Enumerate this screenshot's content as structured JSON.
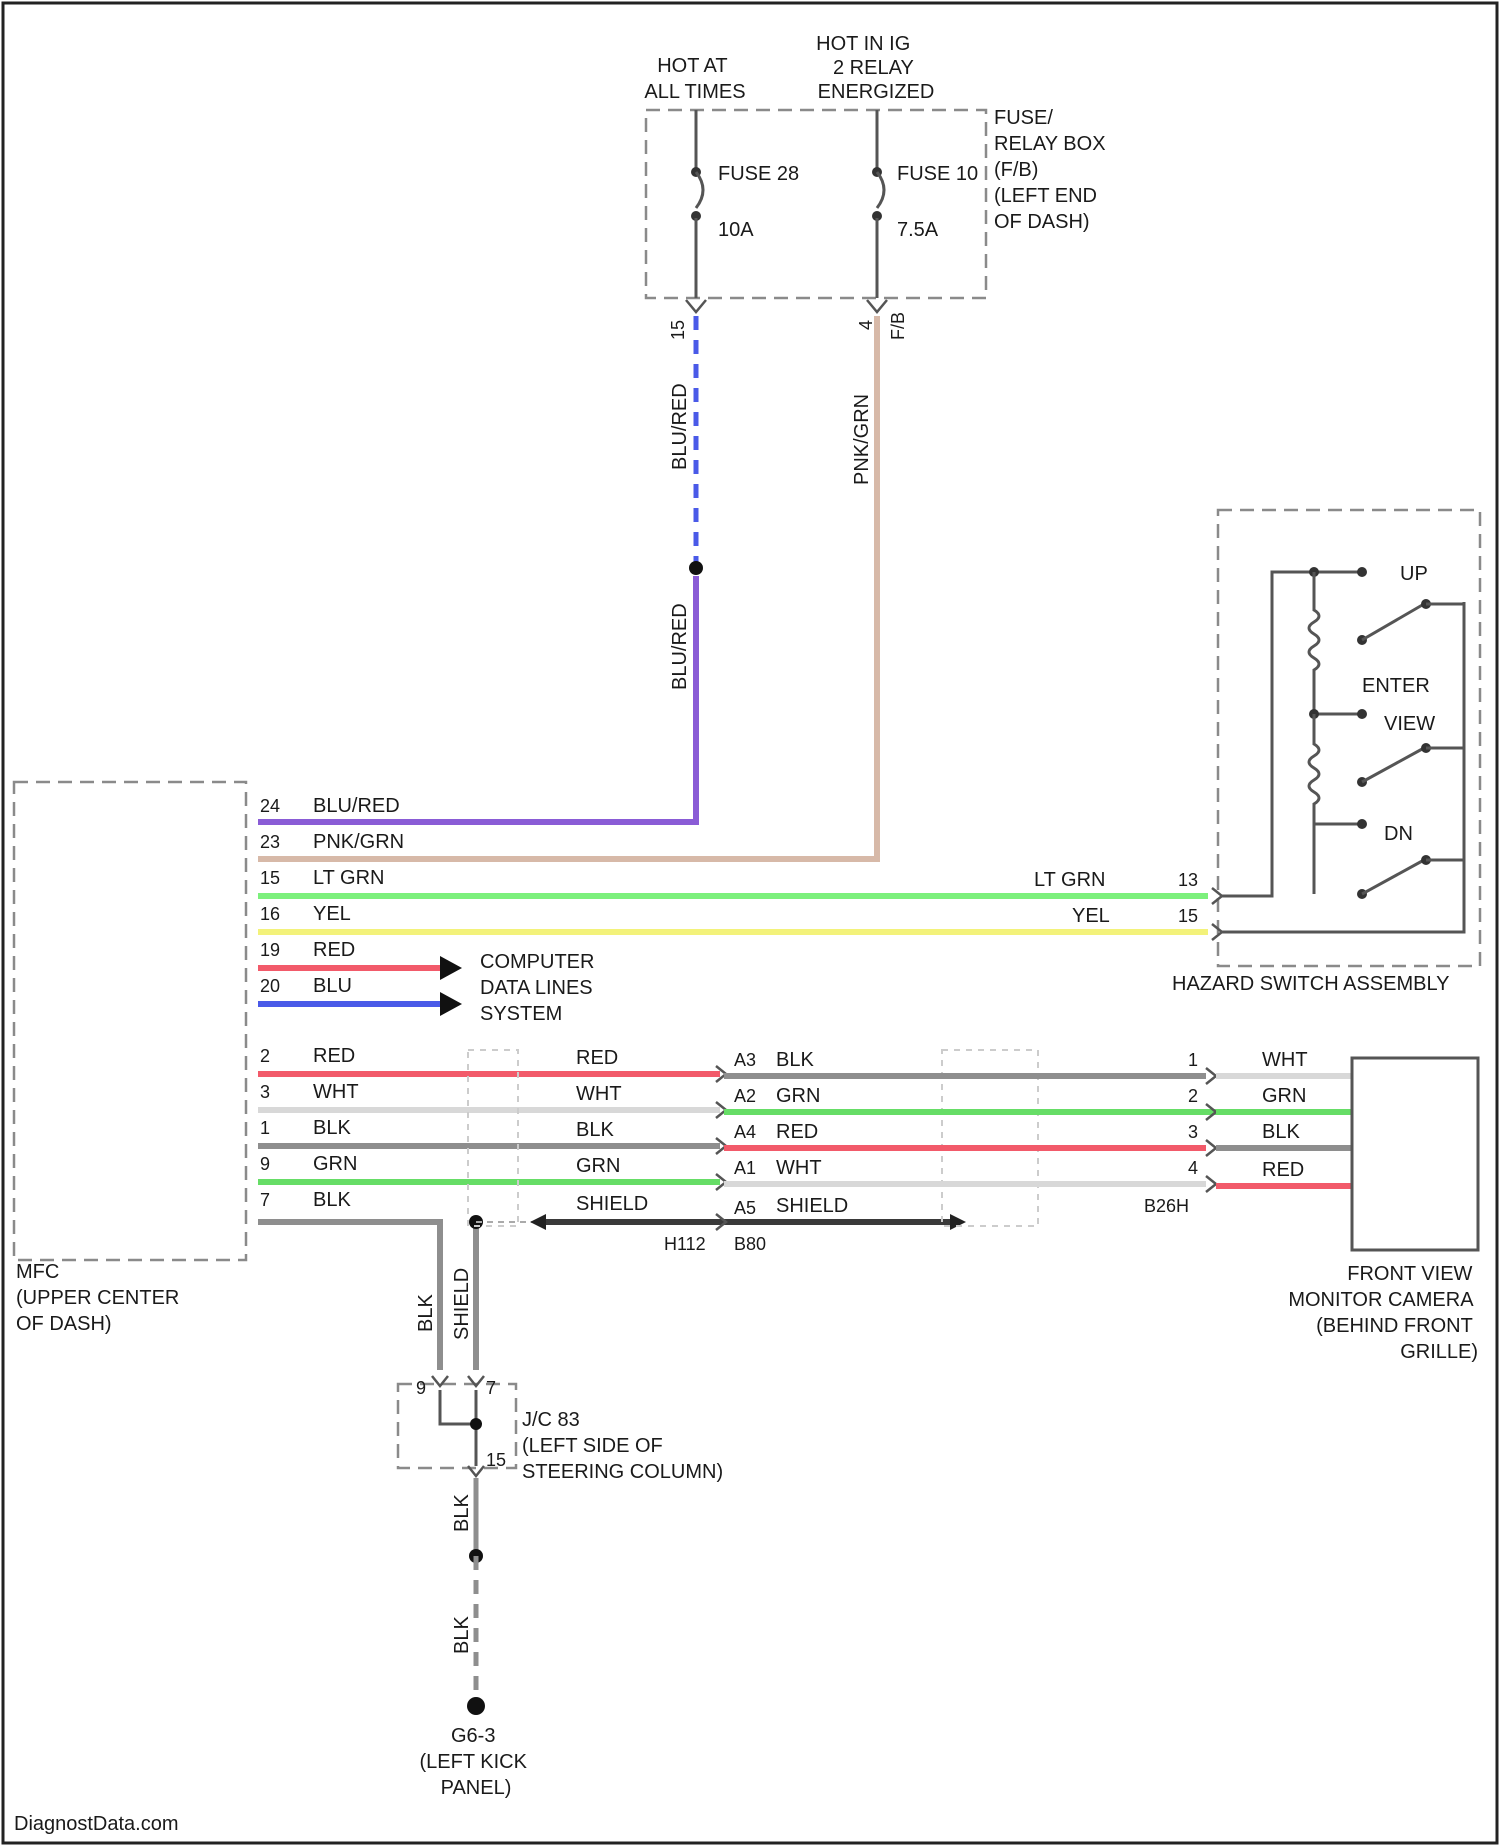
{
  "colors": {
    "blu_red": "#8a5cd6",
    "pnk_grn": "#d7b9a8",
    "lt_grn": "#7cf07c",
    "yel": "#f3f27a",
    "red": "#f25a6a",
    "blu": "#4a5ae8",
    "blk": "#8e8e8e",
    "wht": "#d8d8d8",
    "grn": "#66dd66",
    "shield": "#3a3a3a"
  },
  "fuse_box": {
    "hot_at_all_times": [
      "HOT AT",
      "ALL TIMES"
    ],
    "hot_in_ig": [
      "HOT IN IG",
      "2 RELAY",
      "ENERGIZED"
    ],
    "fuse_a": "FUSE 28",
    "fuse_a_rating": "10A",
    "fuse_b": "FUSE 10",
    "fuse_b_rating": "7.5A",
    "location": [
      "FUSE/",
      "RELAY BOX",
      "(F/B)",
      "(LEFT END",
      "OF DASH)"
    ],
    "pin_a": "15",
    "pin_b": "4",
    "conn_b": "F/B"
  },
  "vertical_wires": {
    "blu_red_upper": "BLU/RED",
    "blu_red_lower": "BLU/RED",
    "pnk_grn": "PNK/GRN"
  },
  "mfc": {
    "label": [
      "MFC",
      "(UPPER CENTER",
      "OF DASH)"
    ],
    "rows": [
      {
        "pin": "24",
        "wire": "BLU/RED"
      },
      {
        "pin": "23",
        "wire": "PNK/GRN"
      },
      {
        "pin": "15",
        "wire": "LT GRN"
      },
      {
        "pin": "16",
        "wire": "YEL"
      },
      {
        "pin": "19",
        "wire": "RED"
      },
      {
        "pin": "20",
        "wire": "BLU"
      },
      {
        "pin": "2",
        "wire": "RED"
      },
      {
        "pin": "3",
        "wire": "WHT"
      },
      {
        "pin": "1",
        "wire": "BLK"
      },
      {
        "pin": "9",
        "wire": "GRN"
      },
      {
        "pin": "7",
        "wire": "BLK"
      }
    ]
  },
  "computer_data_lines": [
    "COMPUTER",
    "DATA LINES",
    "SYSTEM"
  ],
  "hazard": {
    "label": "HAZARD SWITCH ASSEMBLY",
    "lt_grn_label": "LT GRN",
    "yel_label": "YEL",
    "pin_lt_grn": "13",
    "pin_yel": "15",
    "switches": [
      "UP",
      "ENTER",
      "VIEW",
      "DN"
    ]
  },
  "camera_harness": {
    "left_wires": [
      "RED",
      "WHT",
      "BLK",
      "GRN",
      "SHIELD"
    ],
    "left_conn": "H112",
    "right_conn": "B80",
    "right_pins": [
      "A3",
      "A2",
      "A4",
      "A1",
      "A5"
    ],
    "right_wires": [
      "BLK",
      "GRN",
      "RED",
      "WHT",
      "SHIELD"
    ],
    "camera_pins": [
      "1",
      "2",
      "3",
      "4"
    ],
    "camera_conn": "B26H",
    "camera_wires": [
      "WHT",
      "GRN",
      "BLK",
      "RED"
    ],
    "camera_label": [
      "FRONT VIEW",
      "MONITOR CAMERA",
      "(BEHIND FRONT",
      "GRILLE)"
    ]
  },
  "ground": {
    "wire_blk": "BLK",
    "wire_shield": "SHIELD",
    "jc_label": [
      "J/C 83",
      "(LEFT SIDE OF",
      "STEERING COLUMN)"
    ],
    "jc_pins": [
      "9",
      "7",
      "15"
    ],
    "lower_wire_a": "BLK",
    "lower_wire_b": "BLK",
    "ground_label": [
      "G6-3",
      "(LEFT KICK",
      "PANEL)"
    ]
  },
  "watermark": "DiagnostData.com"
}
